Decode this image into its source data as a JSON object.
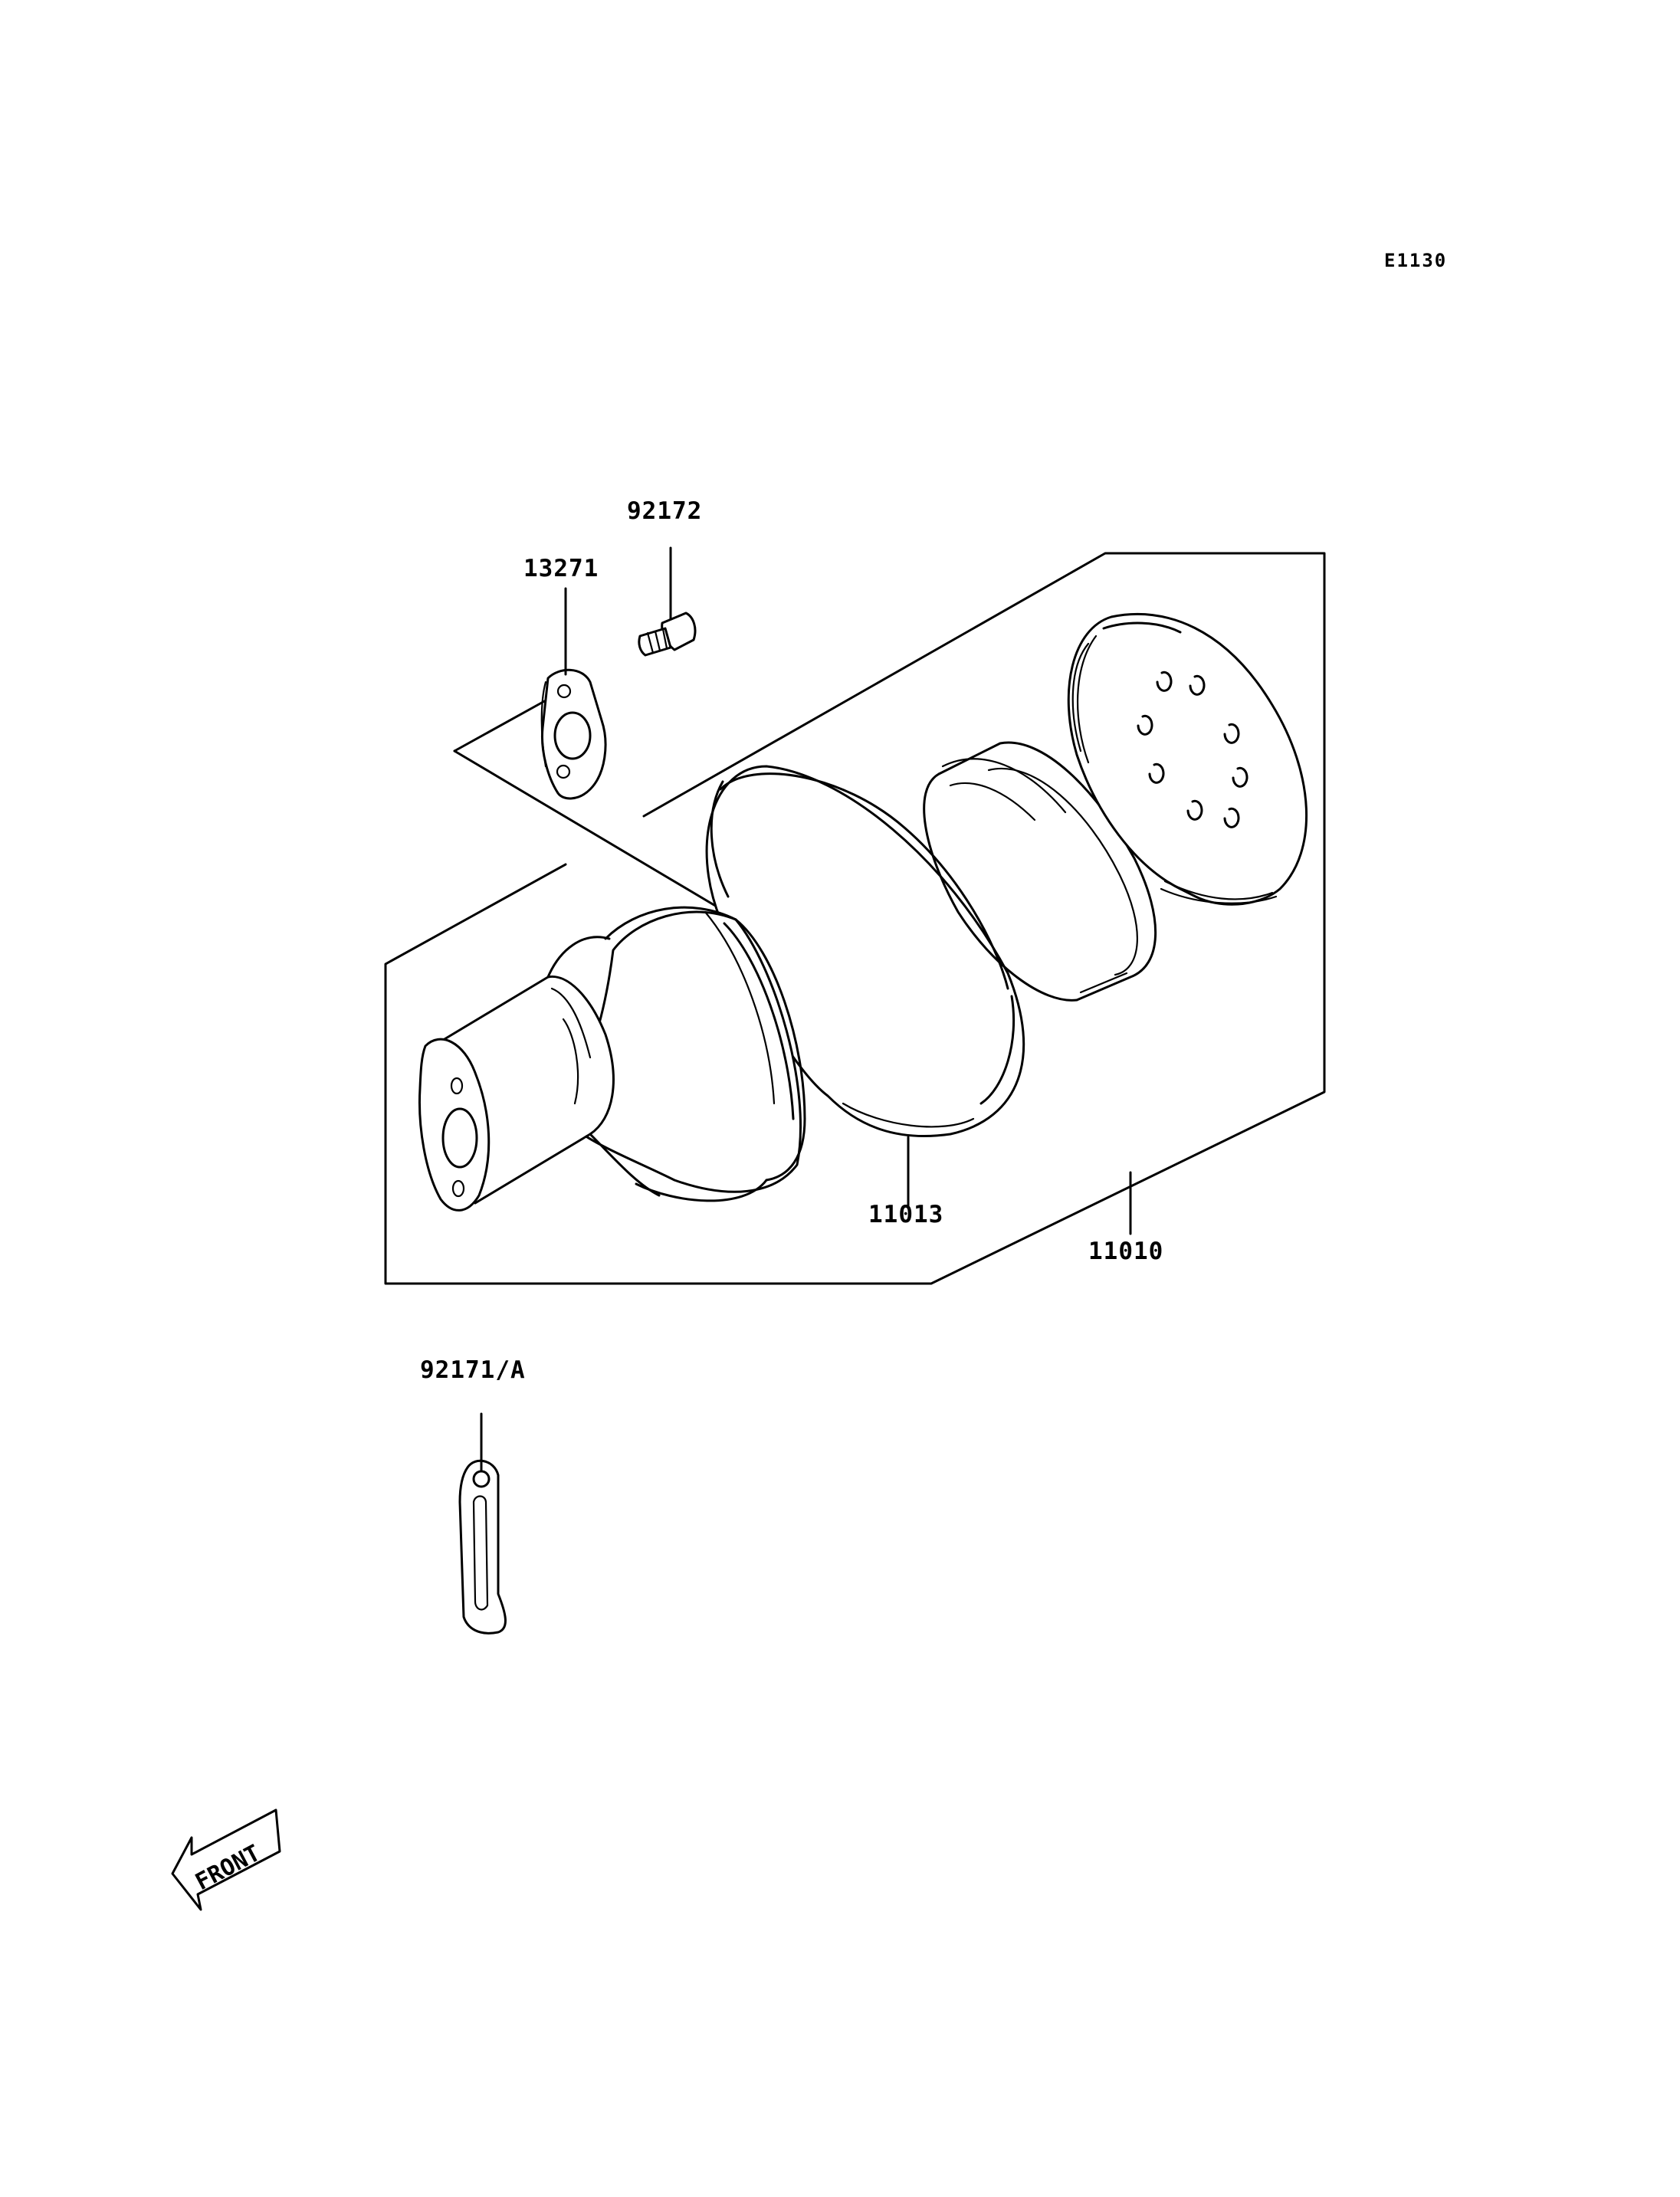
{
  "diagram_code": "E1130",
  "front_label": "FRONT",
  "parts": [
    {
      "id": "p-92172",
      "number": "92172",
      "icon": "bolt-icon"
    },
    {
      "id": "p-13271",
      "number": "13271",
      "icon": "gasket-icon"
    },
    {
      "id": "p-11013",
      "number": "11013",
      "icon": "air-filter-element-icon"
    },
    {
      "id": "p-11010",
      "number": "11010",
      "icon": "air-cleaner-assembly-icon"
    },
    {
      "id": "p-92171",
      "number": "92171/A",
      "icon": "clamp-bracket-icon"
    }
  ]
}
